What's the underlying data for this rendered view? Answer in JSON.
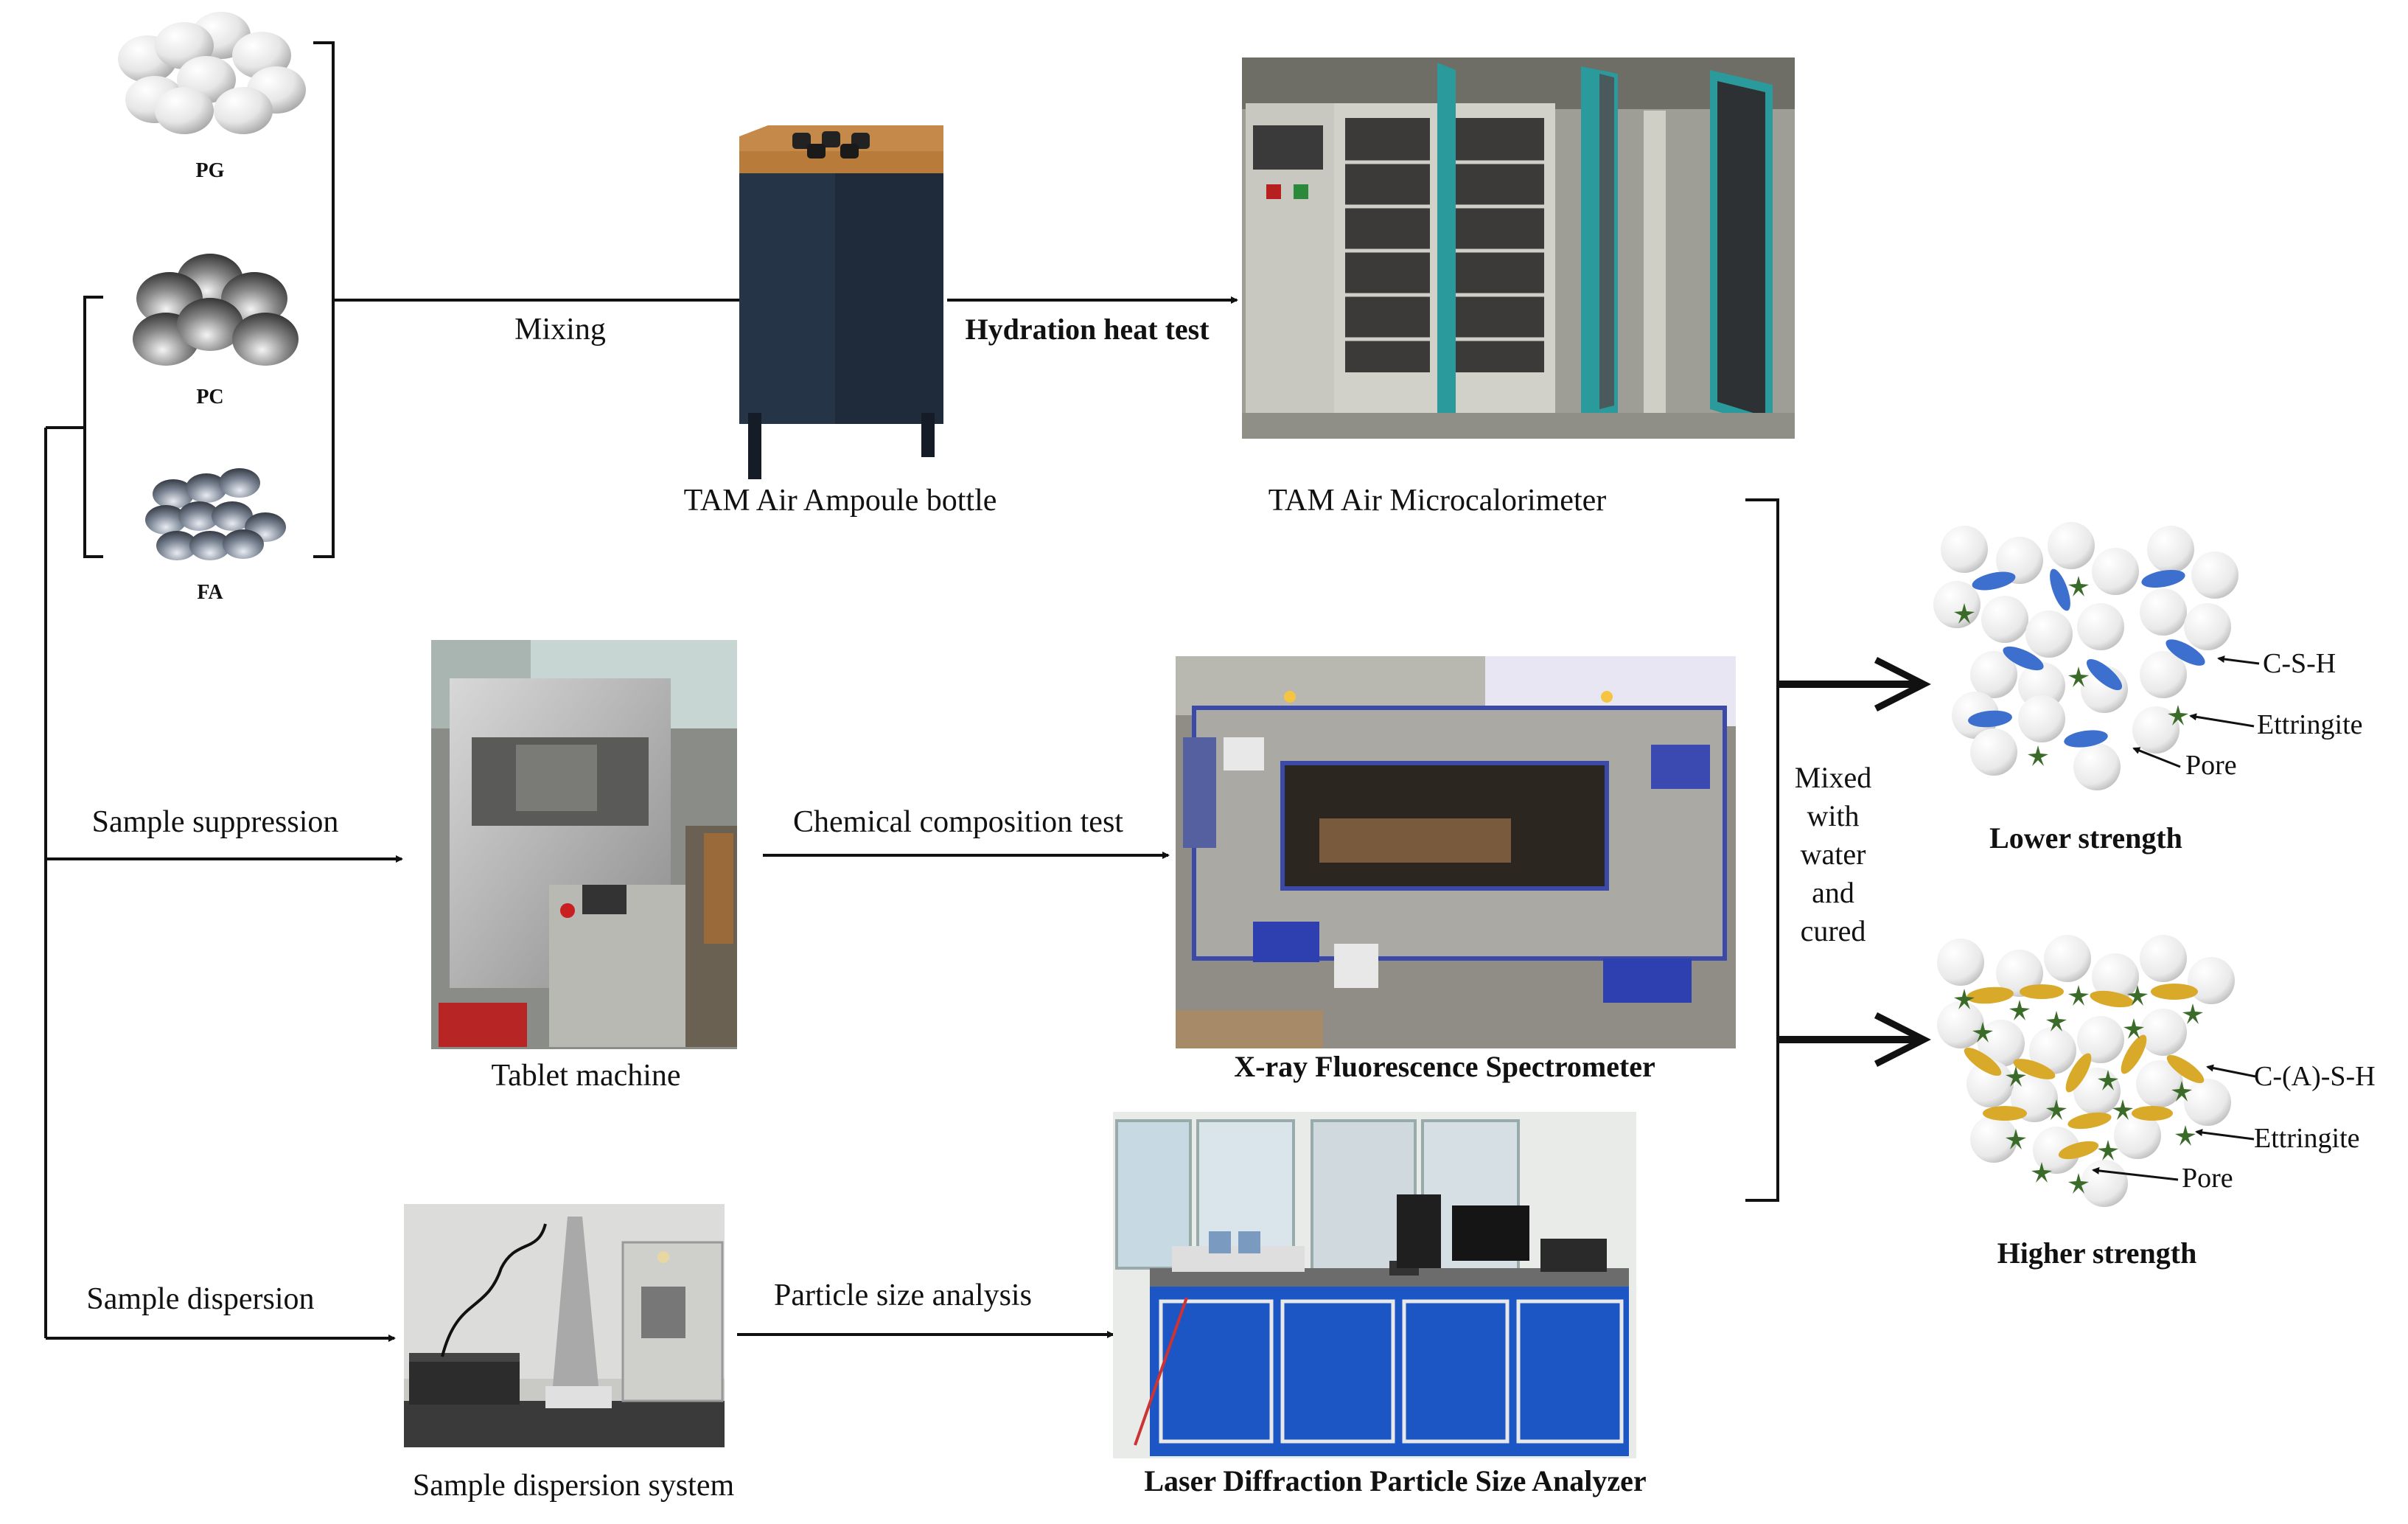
{
  "materials": {
    "pg_label": "PG",
    "pc_label": "PC",
    "fa_label": "FA"
  },
  "arrows": {
    "mixing": "Mixing",
    "hydration_heat_test": "Hydration heat test",
    "sample_suppression": "Sample suppression",
    "chemical_composition_test": "Chemical composition test",
    "sample_dispersion": "Sample dispersion",
    "particle_size_analysis": "Particle size analysis"
  },
  "equipment": {
    "ampoule": "TAM Air Ampoule bottle",
    "microcalorimeter": "TAM Air Microcalorimeter",
    "tablet_machine": "Tablet machine",
    "xrf": "X-ray Fluorescence Spectrometer",
    "dispersion_system": "Sample dispersion system",
    "laser_analyzer": "Laser Diffraction Particle Size Analyzer"
  },
  "mixed": {
    "line1": "Mixed",
    "line2": "with",
    "line3": "water",
    "line4": "and",
    "line5": "cured"
  },
  "lower": {
    "caption": "Lower strength",
    "label_csh": "C-S-H",
    "label_ettringite": "Ettringite",
    "label_pore": "Pore"
  },
  "higher": {
    "caption": "Higher strength",
    "label_cash": "C-(A)-S-H",
    "label_ettringite": "Ettringite",
    "label_pore": "Pore"
  },
  "colors": {
    "csh_blue": "#3d6fcf",
    "cash_yellow": "#d9a92a",
    "ettringite_green": "#3a6b28",
    "sphere_light": "#f1f1f1",
    "sphere_dark": "#4d4d4d"
  }
}
